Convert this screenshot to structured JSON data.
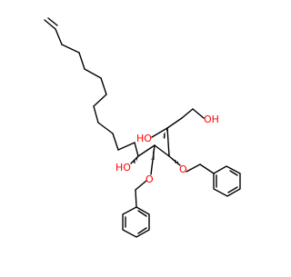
{
  "molecule": {
    "labels": {
      "oh_top": "OH",
      "oh_upper": "HO",
      "oh_left": "HO",
      "o_right": "O",
      "o_lower": "O"
    },
    "colors": {
      "bond": "#000000",
      "oxygen": "#ff0000",
      "background": "#ffffff"
    }
  }
}
